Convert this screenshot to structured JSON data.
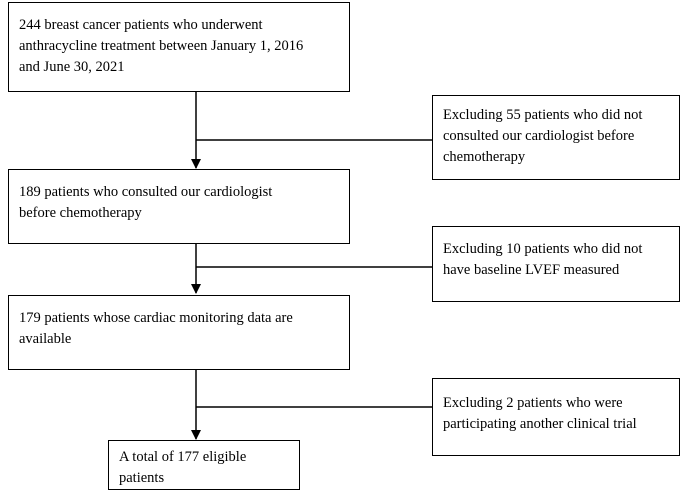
{
  "flowchart": {
    "steps": [
      {
        "text": "244 breast cancer patients who underwent\nanthracycline treatment between January 1, 2016\nand June 30, 2021"
      },
      {
        "text": "189 patients who consulted our cardiologist\nbefore chemotherapy"
      },
      {
        "text": "179 patients whose cardiac monitoring data are\navailable"
      },
      {
        "text": "A total of 177 eligible\npatients"
      }
    ],
    "exclusions": [
      {
        "text": "Excluding 55 patients who did not\nconsulted our cardiologist before\nchemotherapy"
      },
      {
        "text": "Excluding 10 patients who did not\nhave baseline LVEF measured"
      },
      {
        "text": "Excluding 2 patients who were\nparticipating another clinical trial"
      }
    ]
  }
}
